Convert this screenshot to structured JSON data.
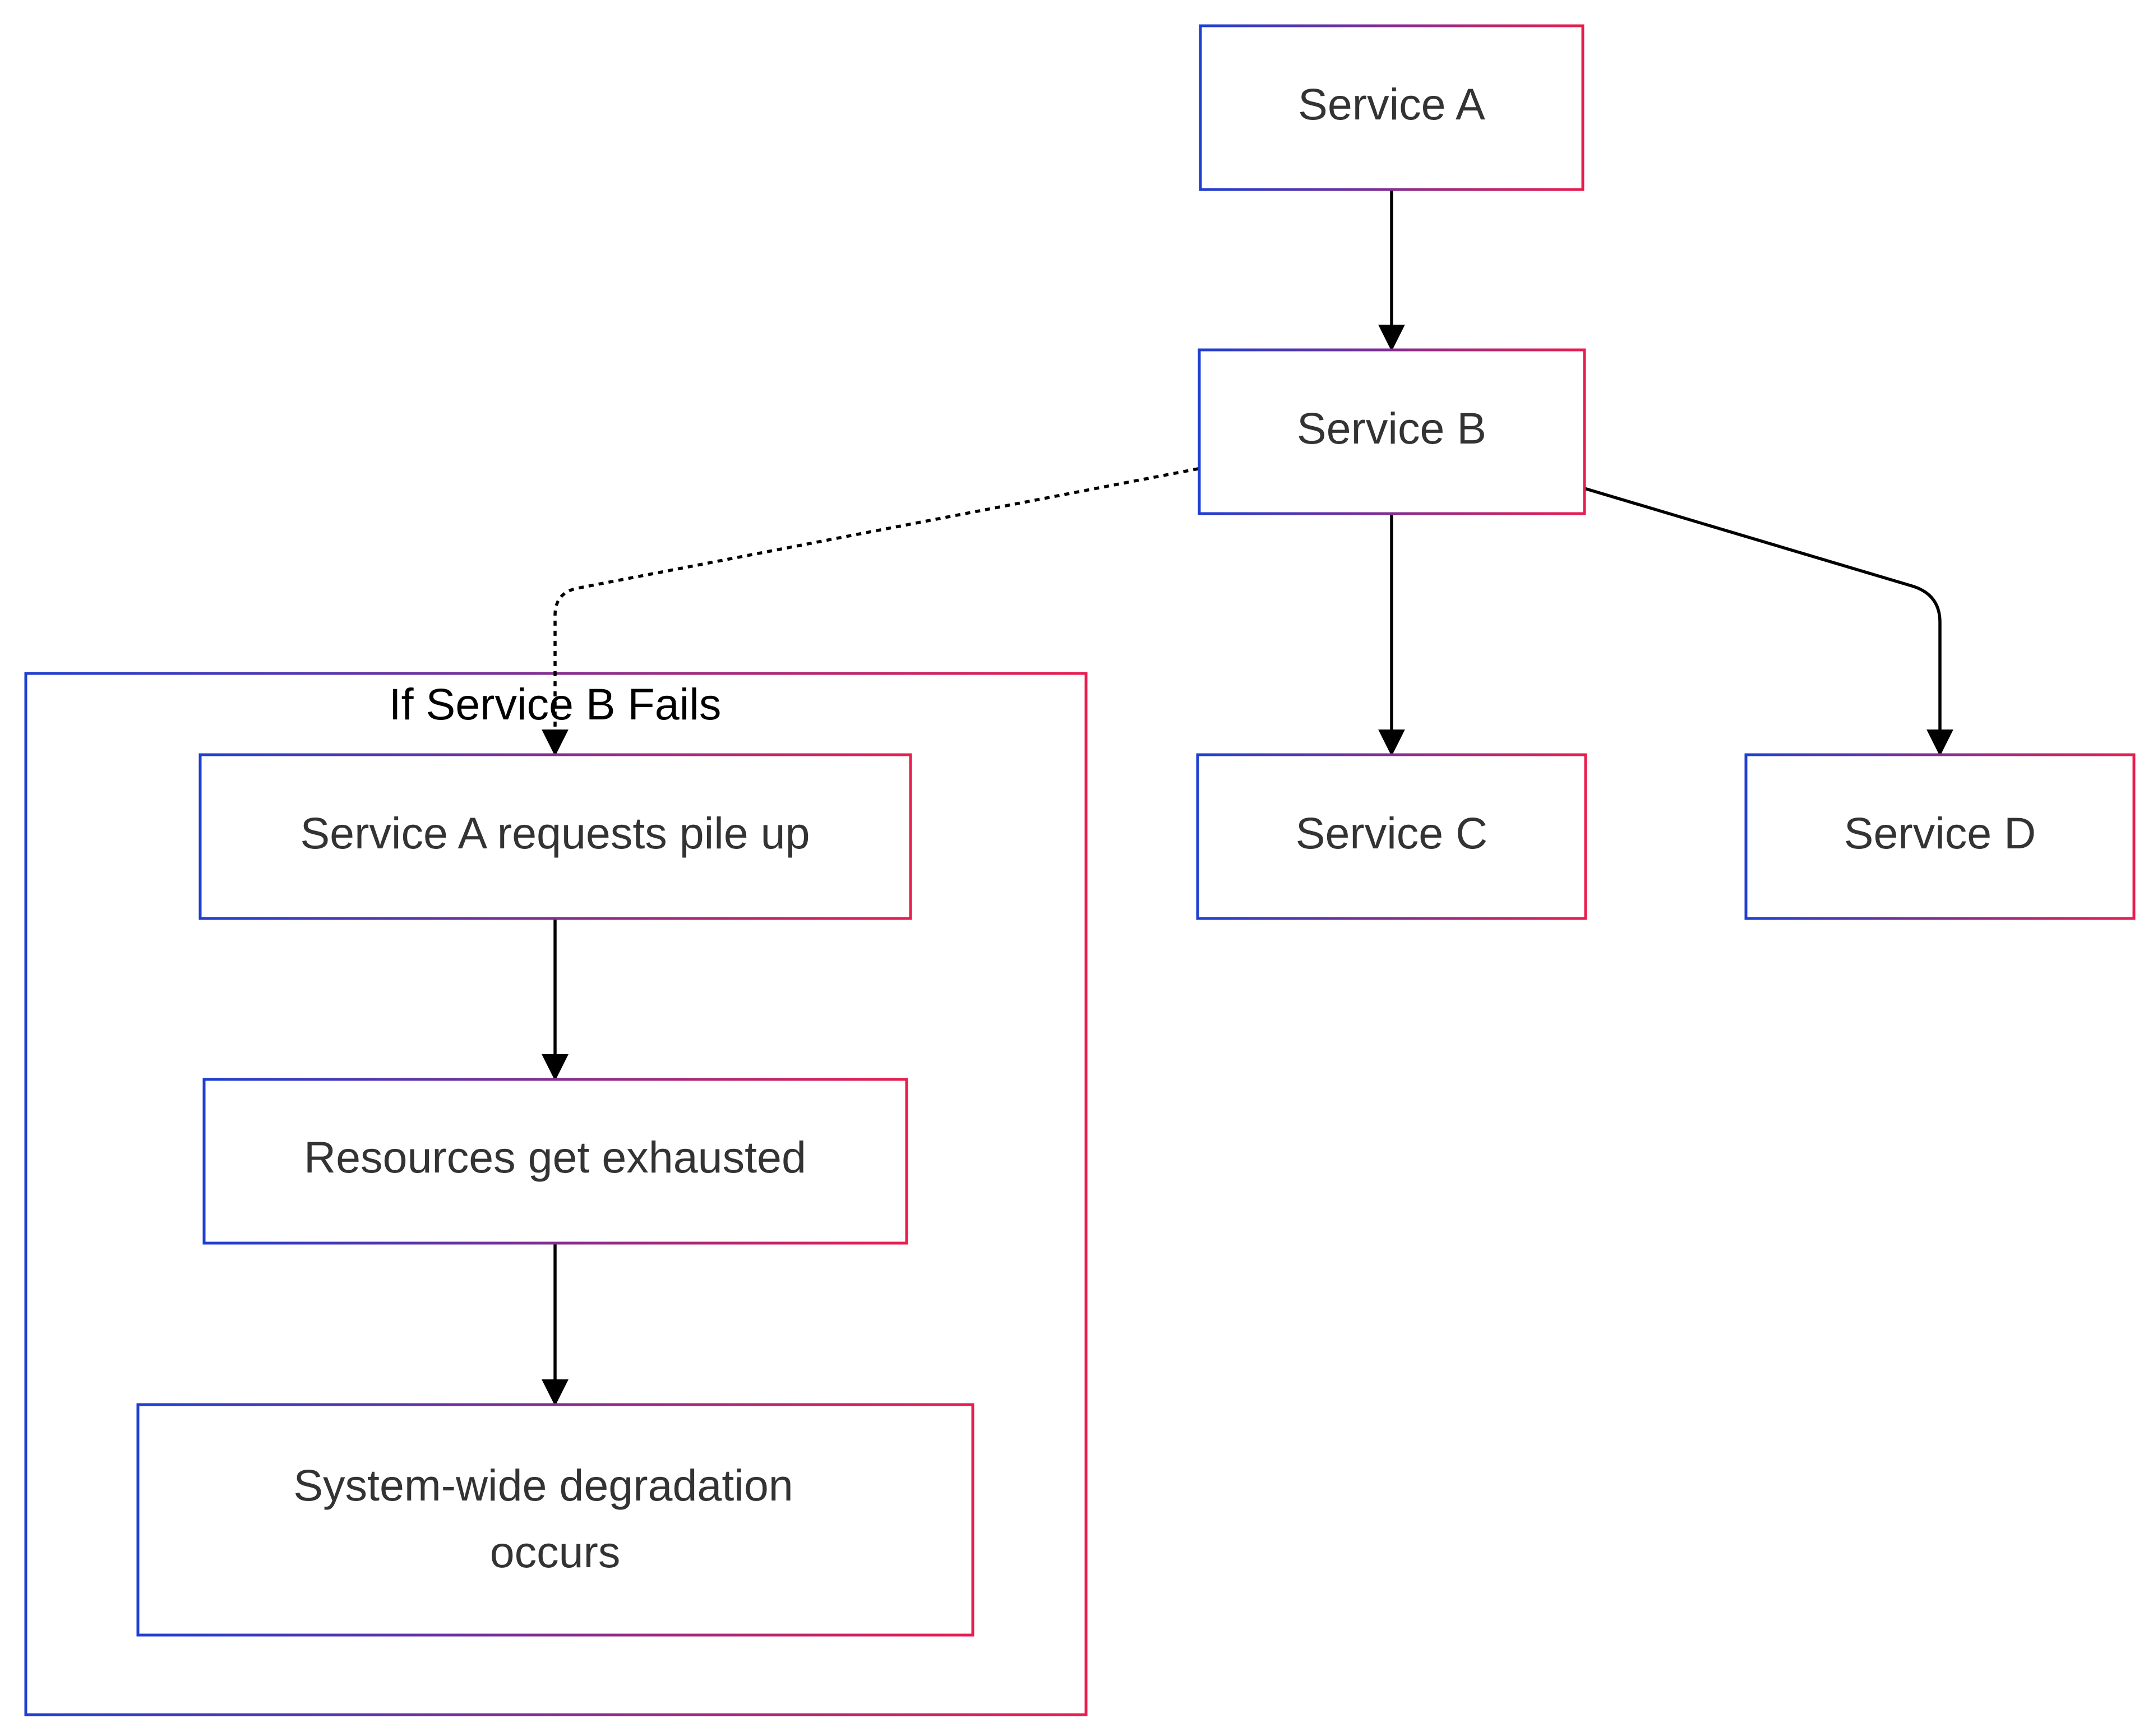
{
  "colors": {
    "border_gradient_start": "#1f3fd1",
    "border_gradient_end": "#e91e4f",
    "node_fill": "#ffffff",
    "node_text": "#333333",
    "cluster_title": "#000000",
    "edge": "#000000"
  },
  "cluster": {
    "title": "If Service B Fails"
  },
  "nodes": {
    "service_a": {
      "label": "Service A"
    },
    "service_b": {
      "label": "Service B"
    },
    "service_c": {
      "label": "Service C"
    },
    "service_d": {
      "label": "Service D"
    },
    "requests_pile_up": {
      "label": "Service A requests pile up"
    },
    "resources_exhausted": {
      "label": "Resources get exhausted"
    },
    "degradation": {
      "label_lines": [
        "System-wide degradation",
        "occurs"
      ]
    }
  },
  "edges": [
    {
      "from": "service_a",
      "to": "service_b",
      "style": "solid"
    },
    {
      "from": "service_b",
      "to": "requests_pile_up",
      "style": "dotted"
    },
    {
      "from": "service_b",
      "to": "service_c",
      "style": "solid"
    },
    {
      "from": "service_b",
      "to": "service_d",
      "style": "solid"
    },
    {
      "from": "requests_pile_up",
      "to": "resources_exhausted",
      "style": "solid"
    },
    {
      "from": "resources_exhausted",
      "to": "degradation",
      "style": "solid"
    }
  ]
}
